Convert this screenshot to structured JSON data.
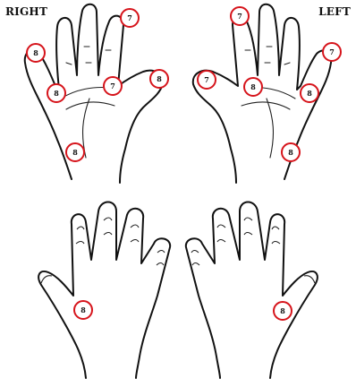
{
  "labels": {
    "right": "RIGHT",
    "left": "LEFT"
  },
  "colors": {
    "marker": "#d6141b",
    "outline": "#111111",
    "background": "#ffffff"
  },
  "markers": {
    "right_palm": [
      "7",
      "8",
      "8",
      "7",
      "8",
      "8"
    ],
    "left_palm": [
      "7",
      "7",
      "8",
      "8",
      "7",
      "8"
    ],
    "right_back": [
      "8"
    ],
    "left_back": [
      "8"
    ]
  }
}
